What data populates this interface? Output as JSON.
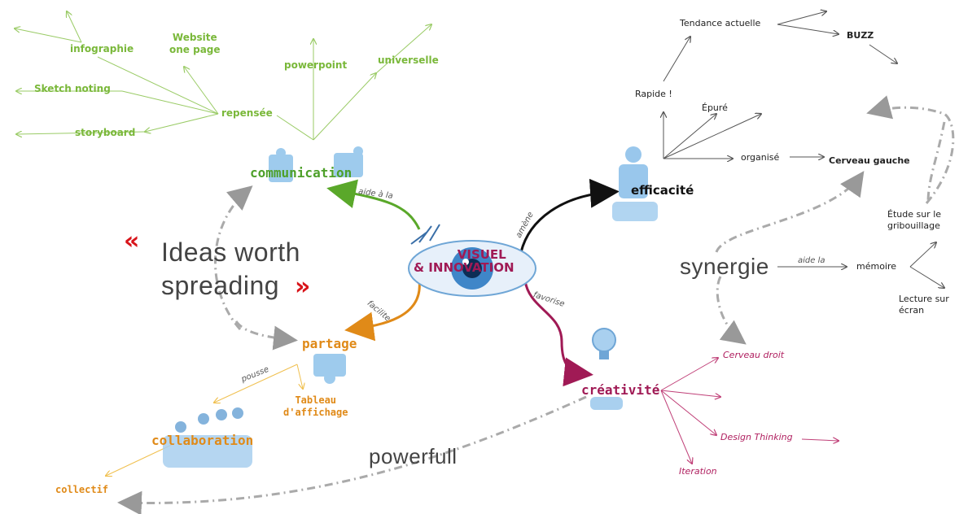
{
  "center": {
    "line1": "VISUEL",
    "line2": "& INNOVATION"
  },
  "headline": {
    "line1": "Ideas worth",
    "line2": "spreading",
    "open_quote": "«",
    "close_quote": "»"
  },
  "branches": {
    "communication": {
      "label": "communication",
      "edge": "aide à la"
    },
    "efficacite": {
      "label": "efficacité",
      "edge": "amène"
    },
    "partage": {
      "label": "partage",
      "edge": "facilite"
    },
    "creativite": {
      "label": "créativité",
      "edge": "favorise"
    }
  },
  "communication_nodes": {
    "repensee": "repensée",
    "infographie": "infographie",
    "website": "Website",
    "website2": "one page",
    "sketch": "Sketch noting",
    "storyboard": "storyboard",
    "powerpoint": "powerpoint",
    "universelle": "universelle"
  },
  "efficacite_nodes": {
    "rapide": "Rapide !",
    "tendance": "Tendance actuelle",
    "buzz": "BUZZ",
    "epure": "Épuré",
    "organise": "organisé",
    "cerveau_gauche": "Cerveau gauche"
  },
  "synergie": {
    "label": "synergie",
    "edge": "aide la",
    "memoire": "mémoire",
    "etude1": "Étude sur le",
    "etude2": "gribouillage",
    "lecture1": "Lecture sur",
    "lecture2": "écran"
  },
  "partage_nodes": {
    "edge": "pousse",
    "tableau1": "Tableau",
    "tableau2": "d'affichage",
    "collaboration": "collaboration",
    "collectif": "collectif"
  },
  "creativite_nodes": {
    "cerveau_droit": "Cerveau droit",
    "design_thinking": "Design Thinking",
    "iteration": "Iteration"
  },
  "powerfull": "powerfull",
  "colors": {
    "green": "#7ab83a",
    "orange": "#e08a18",
    "pink": "#a01a55",
    "black": "#111111",
    "gray": "#aaaaaa",
    "red": "#d8141a",
    "icon_blue": "#6fa6d6"
  }
}
